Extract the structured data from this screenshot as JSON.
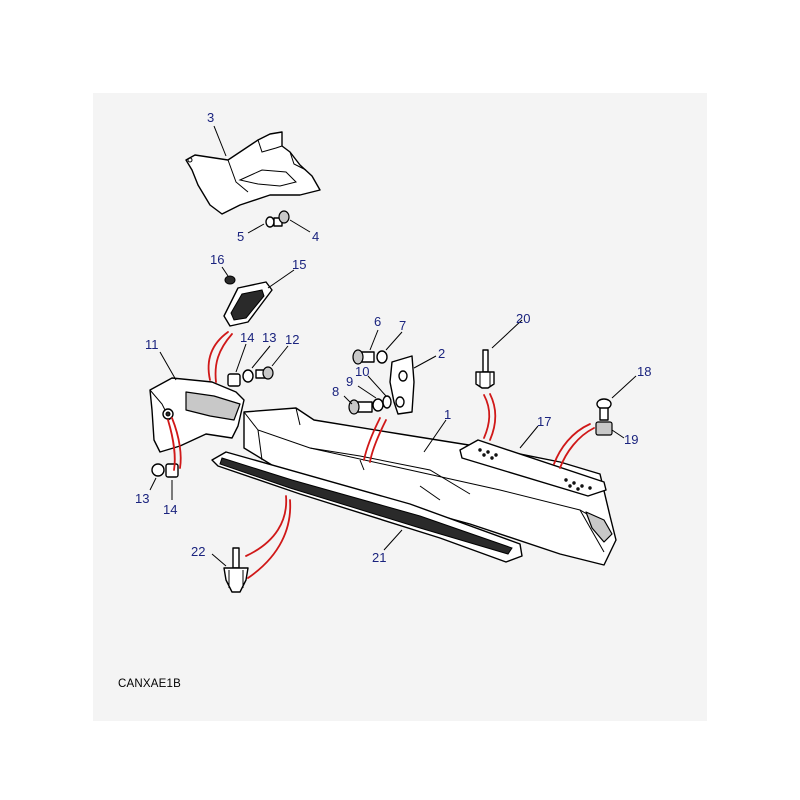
{
  "drawing_code": "CANXAE1B",
  "callouts": [
    {
      "id": "c1",
      "text": "1"
    },
    {
      "id": "c2",
      "text": "2"
    },
    {
      "id": "c3",
      "text": "3"
    },
    {
      "id": "c4",
      "text": "4"
    },
    {
      "id": "c5",
      "text": "5"
    },
    {
      "id": "c6",
      "text": "6"
    },
    {
      "id": "c7",
      "text": "7"
    },
    {
      "id": "c8",
      "text": "8"
    },
    {
      "id": "c9",
      "text": "9"
    },
    {
      "id": "c10",
      "text": "10"
    },
    {
      "id": "c11",
      "text": "11"
    },
    {
      "id": "c12",
      "text": "12"
    },
    {
      "id": "c13a",
      "text": "13"
    },
    {
      "id": "c13b",
      "text": "13"
    },
    {
      "id": "c14a",
      "text": "14"
    },
    {
      "id": "c14b",
      "text": "14"
    },
    {
      "id": "c15",
      "text": "15"
    },
    {
      "id": "c16",
      "text": "16"
    },
    {
      "id": "c17",
      "text": "17"
    },
    {
      "id": "c18",
      "text": "18"
    },
    {
      "id": "c19",
      "text": "19"
    },
    {
      "id": "c20",
      "text": "20"
    },
    {
      "id": "c21",
      "text": "21"
    },
    {
      "id": "c22",
      "text": "22"
    }
  ],
  "colors": {
    "callout_text": "#1a237e",
    "fitting_lines": "#d01818",
    "panel_background": "#f4f4f4"
  }
}
